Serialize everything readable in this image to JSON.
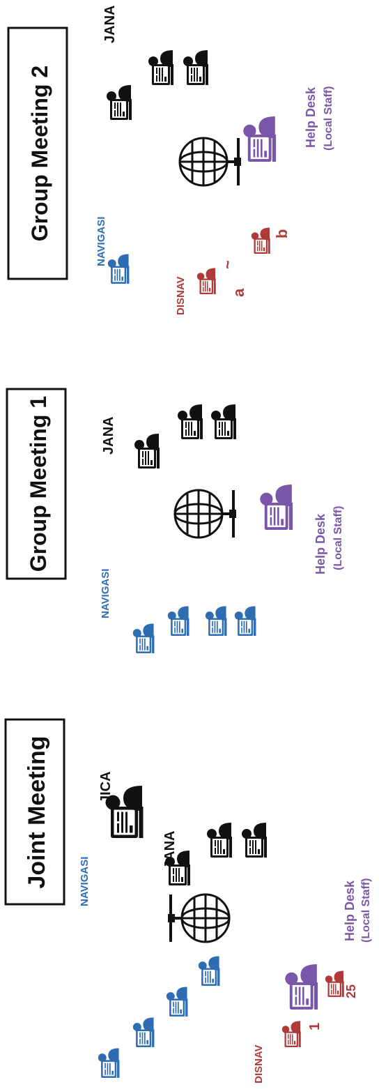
{
  "colors": {
    "black": "#111111",
    "navigasi": "#2e6db4",
    "disnav": "#b03a3a",
    "helpdesk": "#7a56a8"
  },
  "panels": [
    {
      "title": "Joint Meeting",
      "labels": {
        "jica": "JICA",
        "jana": "JANA",
        "navigasi": "NAVIGASI",
        "disnav": "DISNAV",
        "disnav_start": "1",
        "disnav_tilde": "~",
        "disnav_end": "25",
        "helpdesk_line1": "Help Desk",
        "helpdesk_line2": "(Local Staff)"
      }
    },
    {
      "title": "Group Meeting 1",
      "labels": {
        "navigasi": "NAVIGASI",
        "jana": "JANA",
        "helpdesk_line1": "Help Desk",
        "helpdesk_line2": "(Local Staff)"
      }
    },
    {
      "title": "Group Meeting 2",
      "labels": {
        "navigasi": "NAVIGASI",
        "jana": "JANA",
        "disnav": "DISNAV",
        "disnav_start": "a",
        "disnav_tilde": "~",
        "disnav_end": "b",
        "helpdesk_line1": "Help Desk",
        "helpdesk_line2": "(Local Staff)"
      }
    }
  ],
  "icons": [
    "person-at-computer-icon",
    "globe-network-icon"
  ]
}
